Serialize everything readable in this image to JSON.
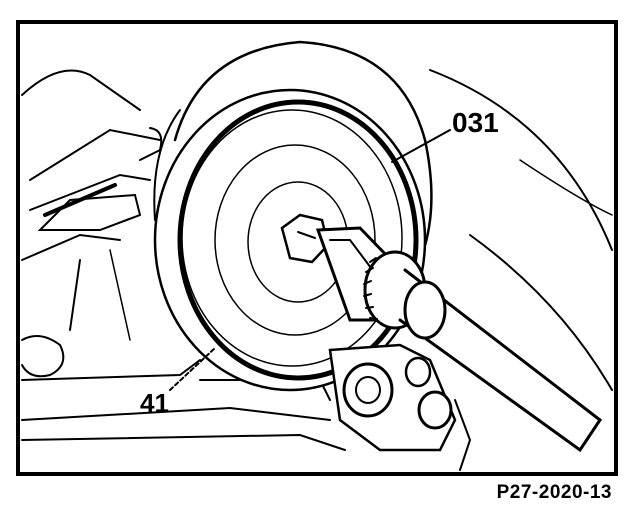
{
  "figure": {
    "id_label": "P27-2020-13",
    "callouts": {
      "shim": "031",
      "seal_ring": "41"
    }
  }
}
